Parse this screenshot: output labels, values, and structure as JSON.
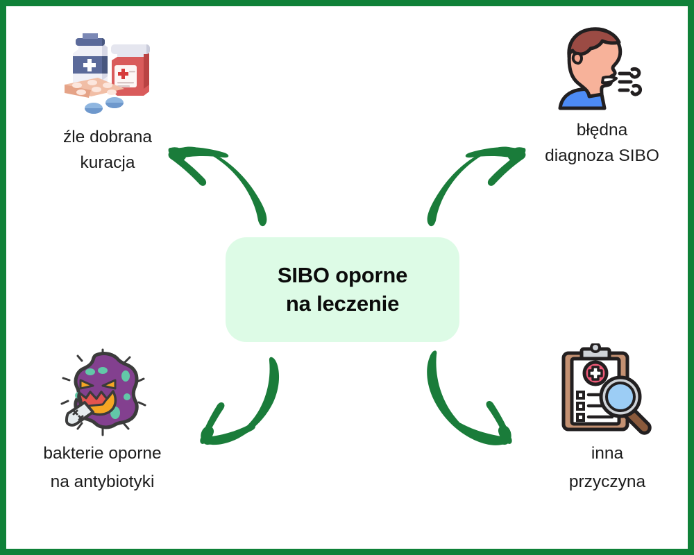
{
  "figure": {
    "type": "radial-diagram",
    "title_center_line1": "SIBO oporne",
    "title_center_line2": "na leczenie",
    "border_color": "#0f8138",
    "center_box_color": "#ddfbe6",
    "arrow_color": "#1a7c3a",
    "label_color": "#1c1c1c",
    "background_color": "#ffffff"
  },
  "center": {
    "line1": "SIBO oporne",
    "line2": "na leczenie"
  },
  "nodes": [
    {
      "id": "top-left",
      "icon": "medication-bottles-icon",
      "label_line1": "źle dobrana",
      "label_line2": "kuracja",
      "arrow_direction": "up-left"
    },
    {
      "id": "top-right",
      "icon": "breath-test-person-icon",
      "label_line1": "błędna",
      "label_line2": "diagnoza SIBO",
      "arrow_direction": "up-right"
    },
    {
      "id": "bottom-left",
      "icon": "resistant-bacteria-icon",
      "label_line1": "bakterie oporne",
      "label_line2": "na antybiotyki",
      "arrow_direction": "down-left"
    },
    {
      "id": "bottom-right",
      "icon": "medical-clipboard-magnifier-icon",
      "label_line1": "inna",
      "label_line2": "przyczyna",
      "arrow_direction": "down-right"
    }
  ]
}
